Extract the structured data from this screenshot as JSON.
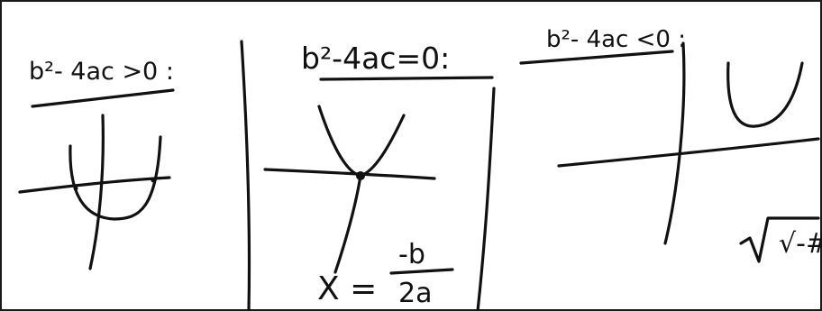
{
  "panels": [
    {
      "condition": "b²- 4ac >0 :",
      "roots_shown": "two x-intercepts"
    },
    {
      "condition": "b²-4ac=0:",
      "roots_shown": "one x-intercept (vertex on axis)",
      "vertex_formula": {
        "lhs": "X =",
        "numerator": "-b",
        "denominator": "2a"
      }
    },
    {
      "condition": "b²- 4ac <0 :",
      "roots_shown": "no x-intercepts",
      "corner_fragment": "√-#"
    }
  ],
  "colors": {
    "ink": "#111111",
    "paper": "#ffffff",
    "frame": "#1a1a1a"
  }
}
